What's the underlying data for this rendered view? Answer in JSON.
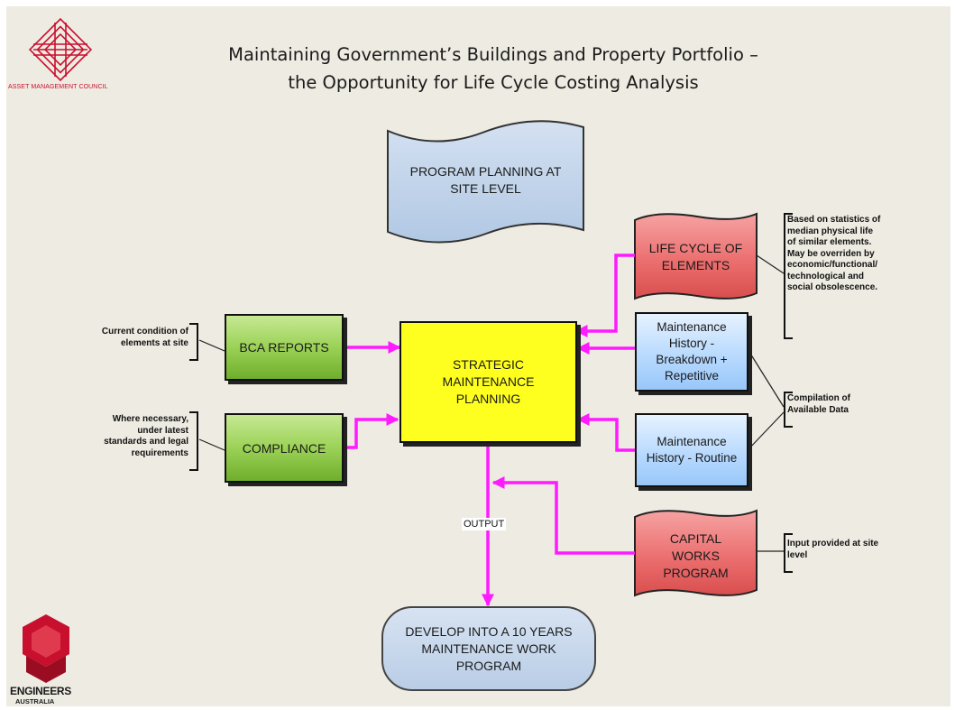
{
  "title": {
    "line1": "Maintaining Government’s Buildings and Property Portfolio –",
    "line2": "the Opportunity for Life Cycle Costing Analysis"
  },
  "logos": {
    "amc_text": "ASSET MANAGEMENT COUNCIL",
    "ea_line1": "ENGINEERS",
    "ea_line2": "AUSTRALIA"
  },
  "nodes": {
    "program_planning": {
      "line1": "PROGRAM PLANNING AT",
      "line2": "SITE LEVEL"
    },
    "life_cycle": {
      "line1": "LIFE CYCLE OF",
      "line2": "ELEMENTS"
    },
    "bca_reports": "BCA REPORTS",
    "compliance": "COMPLIANCE",
    "strategic": {
      "line1": "STRATEGIC",
      "line2": "MAINTENANCE",
      "line3": "PLANNING"
    },
    "history_breakdown": {
      "line1": "Maintenance",
      "line2": "History -",
      "line3": "Breakdown +",
      "line4": "Repetitive"
    },
    "history_routine": {
      "line1": "Maintenance",
      "line2": "History - Routine"
    },
    "capital_works": {
      "line1": "CAPITAL",
      "line2": "WORKS",
      "line3": "PROGRAM"
    },
    "develop": {
      "line1": "DEVELOP INTO A 10 YEARS",
      "line2": "MAINTENANCE WORK",
      "line3": "PROGRAM"
    }
  },
  "notes": {
    "current_condition": {
      "line1": "Current condition of",
      "line2": "elements at site"
    },
    "where_necessary": {
      "line1": "Where necessary,",
      "line2": "under latest",
      "line3": "standards and legal",
      "line4": "requirements"
    },
    "based_on": {
      "line1": "Based on statistics of",
      "line2": "median physical life",
      "line3": "of similar elements.",
      "line4": "May be overriden by",
      "line5": "economic/functional/",
      "line6": "technological and",
      "line7": "social obsolescence."
    },
    "compilation": {
      "line1": "Compilation of",
      "line2": "Available Data"
    },
    "input_provided": {
      "line1": "Input provided at site",
      "line2": "level"
    }
  },
  "output_label": "OUTPUT",
  "colors": {
    "arrow": "#ff1aff",
    "green": "#8cc63f",
    "blue": "#b3d4fb",
    "yellow": "#ffff1f",
    "red": "#ee6f6f",
    "wave_blue": "#bcd0e8",
    "logo_red": "#c8102e"
  }
}
